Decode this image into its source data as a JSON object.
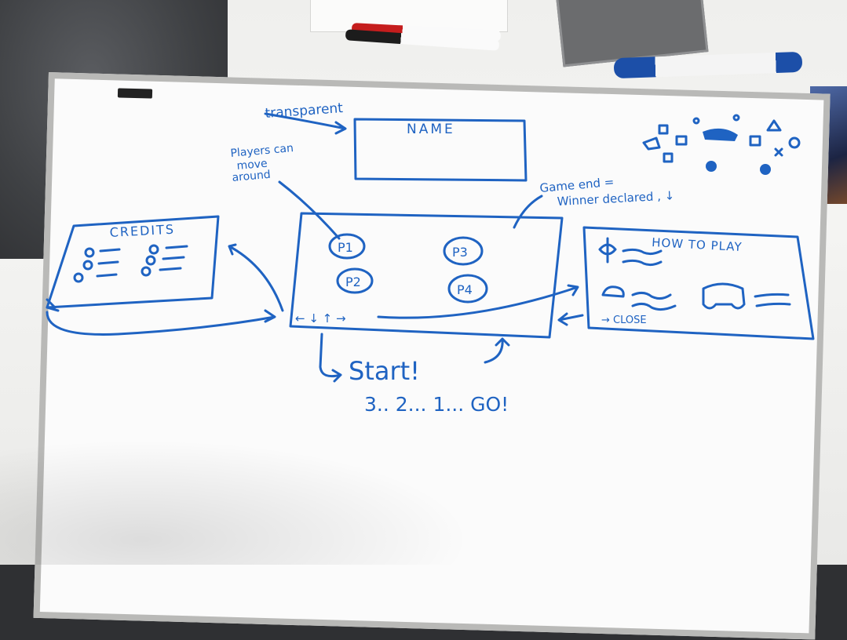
{
  "sketch": {
    "label_transparent": "transparent",
    "title_box": "NAME",
    "note_players_line1": "Players can",
    "note_players_line2": "move",
    "note_players_line3": "around",
    "note_game_end_line1": "Game end =",
    "note_game_end_line2": "Winner declared , ↓",
    "credits_title": "CREDITS",
    "players": [
      "P1",
      "P3",
      "P2",
      "P4"
    ],
    "controls_row": "← ↓ ↑ →",
    "howto_title": "HOW TO PLAY",
    "howto_close": "→ CLOSE",
    "start_label": "Start!",
    "countdown": "3.. 2... 1... GO!"
  },
  "colors": {
    "ink": "#1f63c2",
    "board": "#fbfbfb",
    "frame": "#b9b9b7"
  }
}
